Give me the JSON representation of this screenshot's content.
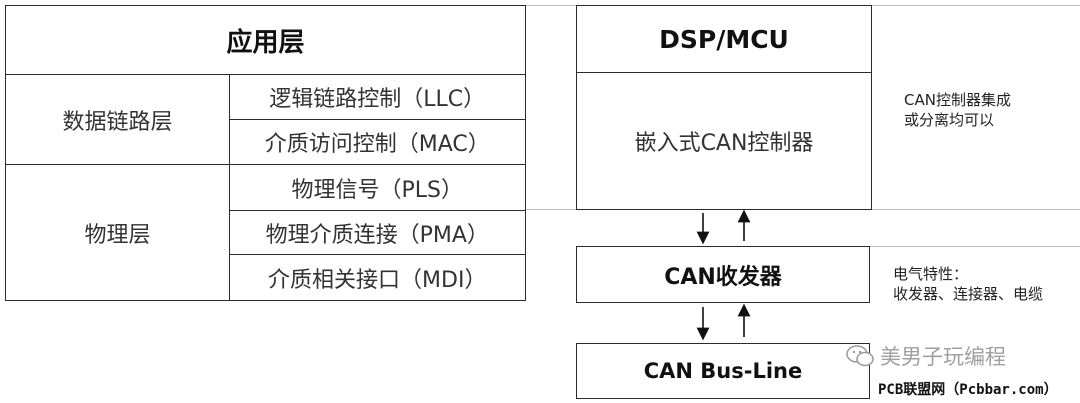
{
  "left_stack": {
    "application_layer": "应用层",
    "data_link_layer": "数据链路层",
    "llc": "逻辑链路控制（LLC）",
    "mac": "介质访问控制（MAC）",
    "physical_layer": "物理层",
    "pls": "物理信号（PLS）",
    "pma": "物理介质连接（PMA）",
    "mdi": "介质相关接口（MDI）"
  },
  "right_stack": {
    "dsp_mcu": "DSP/MCU",
    "embedded_controller": "嵌入式CAN控制器",
    "transceiver": "CAN收发器",
    "bus_line": "CAN Bus-Line"
  },
  "notes": {
    "controller_line1": "CAN控制器集成",
    "controller_line2": "或分离均可以",
    "electrical_line1": "电气特性：",
    "electrical_line2": "收发器、连接器、电缆"
  },
  "watermarks": {
    "wechat": "美男子玩编程",
    "site": "PCB联盟网（Pcbbar.com）"
  }
}
